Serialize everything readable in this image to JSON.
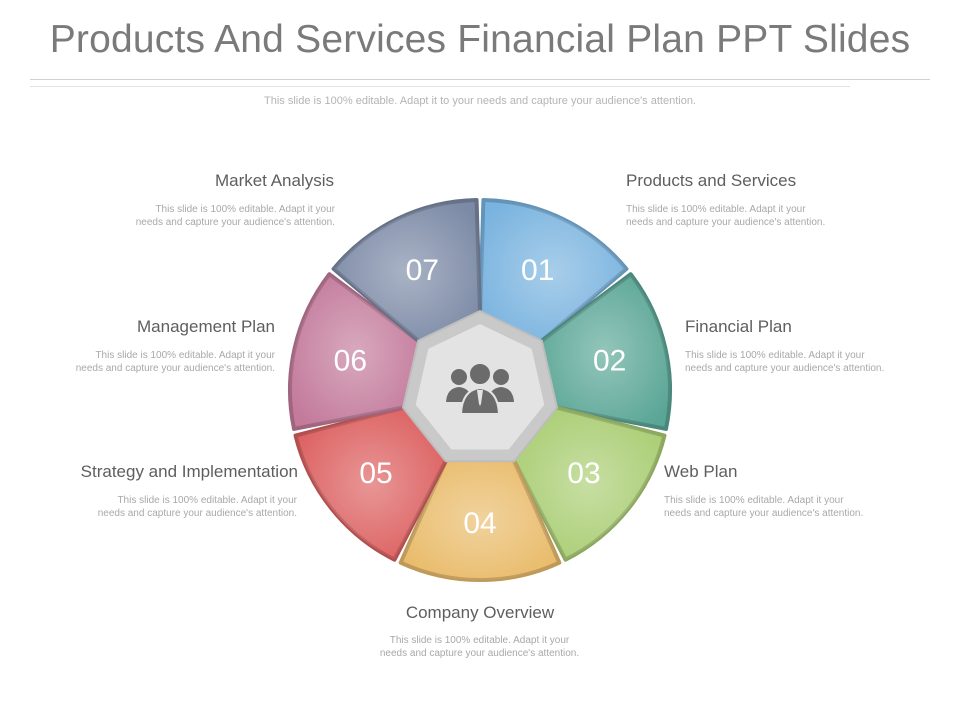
{
  "slide": {
    "title": "Products And Services Financial Plan PPT Slides",
    "subtitle": "This slide is 100% editable. Adapt it to your needs and capture your audience's attention."
  },
  "segments": [
    {
      "number": "01",
      "label": "Products and Services",
      "description": "This slide is 100% editable.  Adapt it your needs and capture your audience's attention.",
      "color": "#79b3df"
    },
    {
      "number": "02",
      "label": "Financial Plan",
      "description": "This slide is 100% editable.  Adapt it your needs and capture your audience's attention.",
      "color": "#5aa696"
    },
    {
      "number": "03",
      "label": "Web Plan",
      "description": "This slide is 100% editable.  Adapt it your needs and capture your audience's attention.",
      "color": "#a9cd72"
    },
    {
      "number": "04",
      "label": "Company Overview",
      "description": "This slide is 100% editable.  Adapt it your needs and capture your audience's attention.",
      "color": "#e9bb6a"
    },
    {
      "number": "05",
      "label": "Strategy and Implementation",
      "description": "This slide is 100% editable.  Adapt it your needs and capture your audience's attention.",
      "color": "#dc5e5e"
    },
    {
      "number": "06",
      "label": "Management Plan",
      "description": "This slide is 100% editable.  Adapt it your needs and capture your audience's attention.",
      "color": "#c37a9b"
    },
    {
      "number": "07",
      "label": "Market  Analysis",
      "description": "This slide is 100% editable.  Adapt it your needs and capture your audience's attention.",
      "color": "#7c8aa6"
    }
  ],
  "center_icon": "team-people-icon"
}
